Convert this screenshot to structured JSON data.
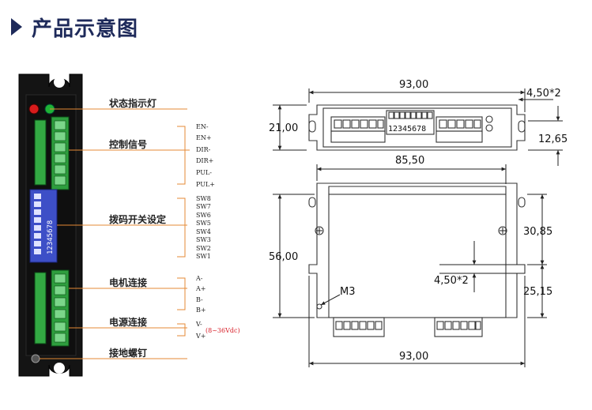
{
  "title": "产品示意图",
  "left_panel": {
    "groups": {
      "status_lights": "状态指示灯",
      "control_signal": "控制信号",
      "dip_switch": "拨码开关设定",
      "motor_connection": "电机连接",
      "power_connection": "电源连接",
      "ground_screw": "接地螺钉"
    },
    "control_pins": [
      "EN-",
      "EN+",
      "DIR-",
      "DIR+",
      "PUL-",
      "PUL+"
    ],
    "switch_pins": [
      "SW8",
      "SW7",
      "SW6",
      "SW5",
      "SW4",
      "SW3",
      "SW2",
      "SW1"
    ],
    "motor_pins": [
      "A-",
      "A+",
      "B-",
      "B+"
    ],
    "power_pins": [
      "V-",
      "V+"
    ],
    "power_range": "(8~36Vdc)",
    "dip_numbers": "12345678"
  },
  "top_view": {
    "width_dim": "93,00",
    "height_dim": "21,00",
    "slot_dim": "4,50*2",
    "slot_offset_dim": "12,65",
    "dip_numbers": "12345678"
  },
  "front_view": {
    "inner_width_dim": "85,50",
    "height_dim": "56,00",
    "upper_dim": "30,85",
    "lower_dim": "25,15",
    "hole_dim": "4,50*2",
    "screw_label": "M3",
    "bottom_width_dim": "93,00"
  },
  "colors": {
    "title": "#1e2a5a",
    "leader": "#e58a35",
    "terminal_green": "#2e9e3e",
    "dip_blue": "#3d4fc7",
    "power_range_text": "#d8202a"
  }
}
